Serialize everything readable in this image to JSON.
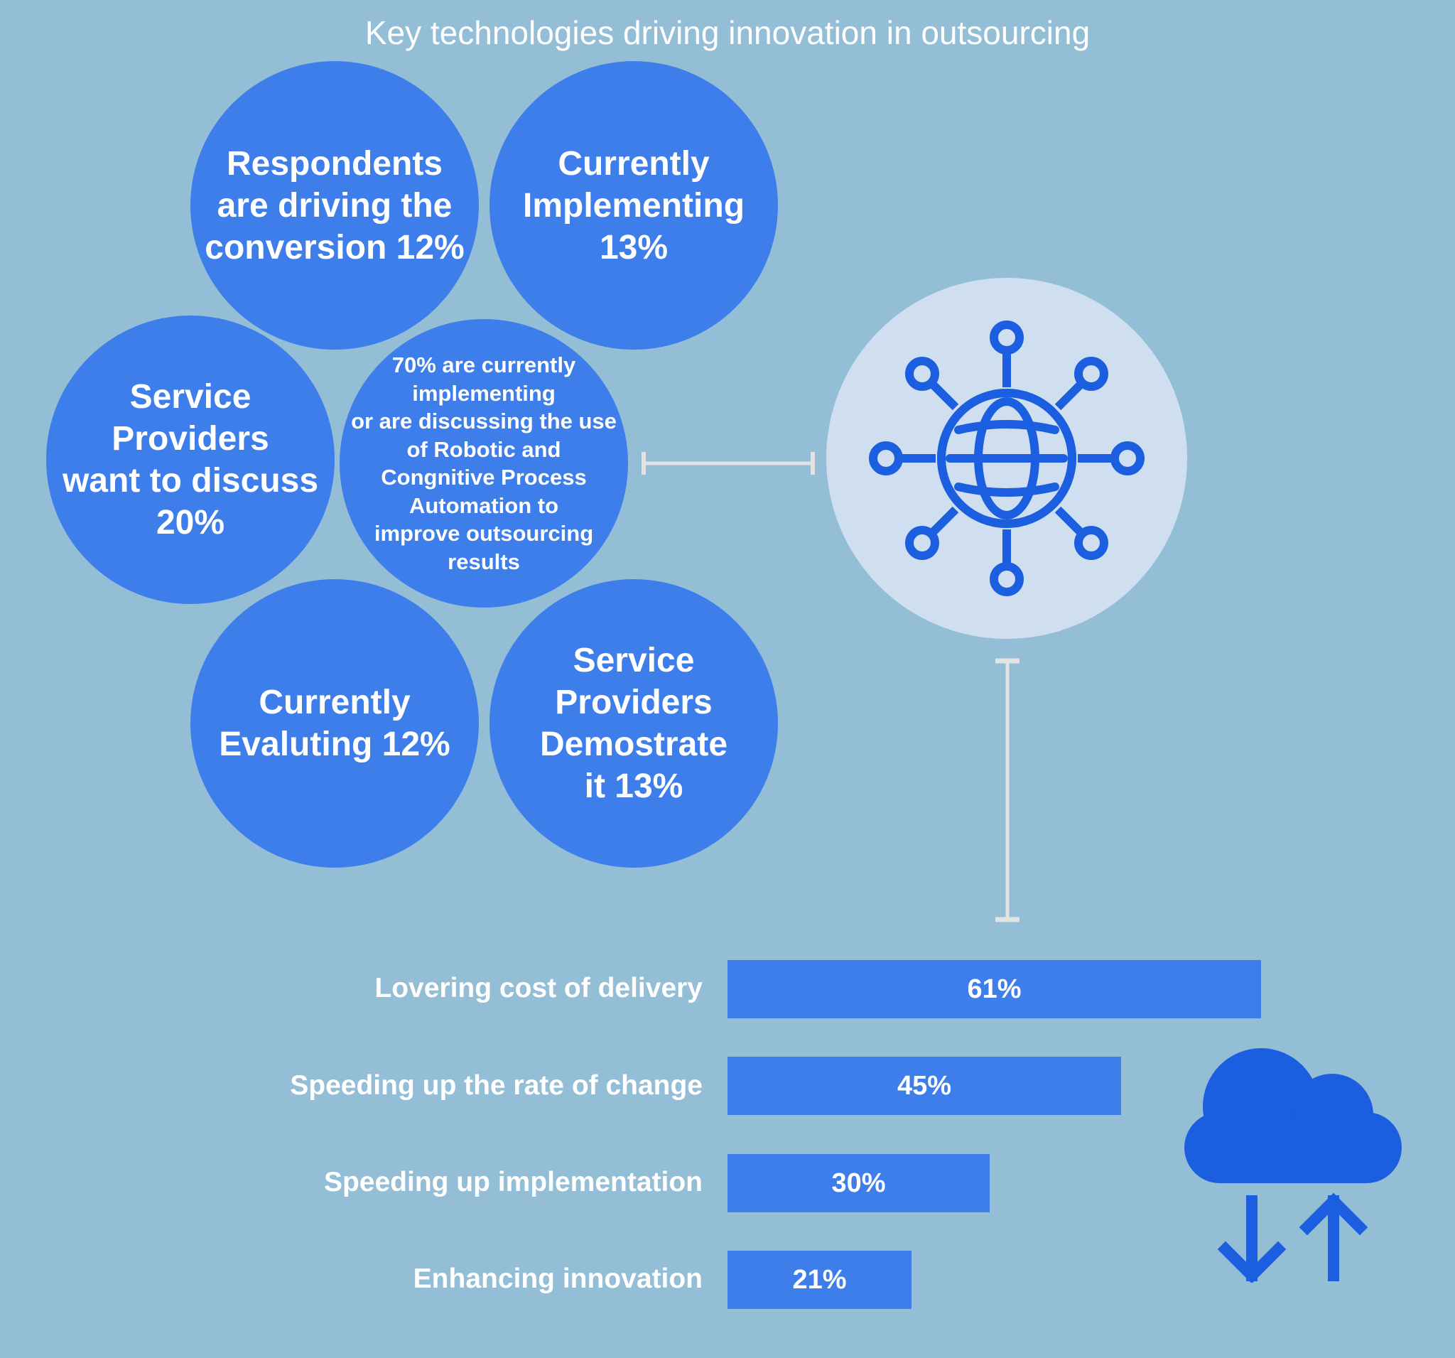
{
  "title": "Key technologies driving innovation in outsourcing",
  "colors": {
    "background": "#93bed6",
    "bubble": "#3d7eea",
    "bar": "#3d7eea",
    "icon": "#1b5fe0",
    "globe_circle": "#d0dff0"
  },
  "bubbles": {
    "top_left": "Respondents\nare driving the\nconversion 12%",
    "top_right": "Currently\nImplementing\n13%",
    "middle_left": "Service\nProviders\nwant to discuss\n20%",
    "center": "70% are currently\nimplementing\nor are discussing the use\nof Robotic and\nCongnitive Process\nAutomation to\nimprove outsourcing\nresults",
    "bottom_left": "Currently\nEvaluting 12%",
    "bottom_right": "Service\nProviders\nDemostrate\nit 13%"
  },
  "icons": {
    "globe": "globe-network-icon",
    "cloud": "cloud-sync-icon"
  },
  "chart_data": {
    "type": "bar",
    "orientation": "horizontal",
    "categories": [
      "Lovering cost of delivery",
      "Speeding up the rate of change",
      "Speeding up implementation",
      "Enhancing innovation"
    ],
    "values": [
      61,
      45,
      30,
      21
    ],
    "value_labels": [
      "61%",
      "45%",
      "30%",
      "21%"
    ],
    "unit": "%",
    "xlim": [
      0,
      100
    ],
    "grid": false,
    "legend": "none"
  }
}
